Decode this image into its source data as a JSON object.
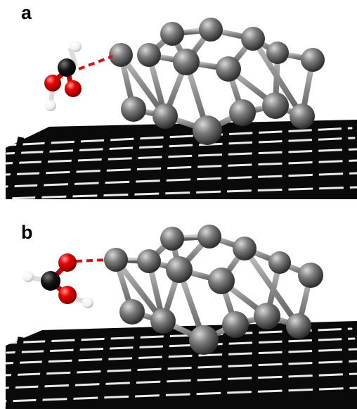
{
  "panels": [
    {
      "label": "a"
    },
    {
      "label": "b"
    }
  ],
  "colors": {
    "background": "#ffffff",
    "graphene": "#0a0a0a",
    "metal_atom": "#6b6b6b",
    "carbon": "#111111",
    "oxygen": "#e00000",
    "hydrogen": "#ffffff",
    "interaction_line": "#e01010"
  },
  "icons": [
    "graphene-sheet",
    "metal-cluster",
    "formic-acid-molecule",
    "dashed-bond"
  ]
}
